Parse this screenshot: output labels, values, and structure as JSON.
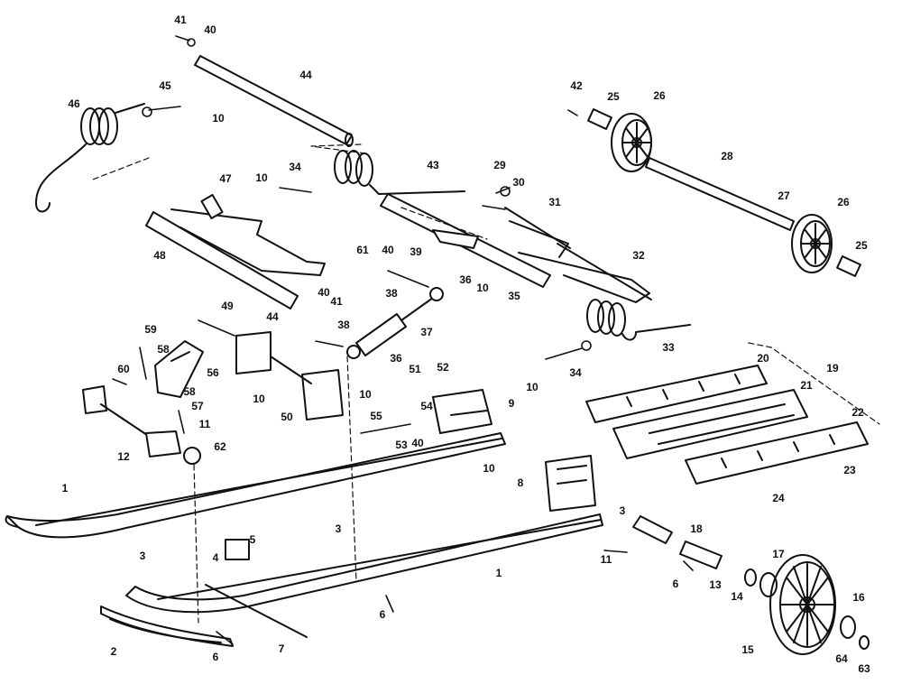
{
  "ink_color": "#111111",
  "paper_color": "#ffffff",
  "callouts": {
    "c41a": "41",
    "c40a": "40",
    "c44a": "44",
    "c45": "45",
    "c46": "46",
    "c10a": "10",
    "c42": "42",
    "c25a": "25",
    "c26a": "26",
    "c28": "28",
    "c27": "27",
    "c26b": "26",
    "c25b": "25",
    "c47": "47",
    "c10b": "10",
    "c34a": "34",
    "c43": "43",
    "c29": "29",
    "c30": "30",
    "c31": "31",
    "c61": "61",
    "c40b": "40",
    "c39": "39",
    "c32": "32",
    "c48": "48",
    "c40c": "40",
    "c41b": "41",
    "c44b": "44",
    "c38a": "38",
    "c36a": "36",
    "c10c": "10",
    "c35": "35",
    "c49": "49",
    "c38b": "38",
    "c37": "37",
    "c33": "33",
    "c59": "59",
    "c58a": "58",
    "c56": "56",
    "c36b": "36",
    "c60": "60",
    "c10d": "10",
    "c58b": "58",
    "c57": "57",
    "c10e": "10",
    "c51": "51",
    "c52": "52",
    "c9": "9",
    "c10f": "10",
    "c34b": "34",
    "c20": "20",
    "c19": "19",
    "c11a": "11",
    "c50": "50",
    "c54": "54",
    "c55": "55",
    "c53": "53",
    "c40d": "40",
    "c21": "21",
    "c22": "22",
    "c12": "12",
    "c62": "62",
    "c10g": "10",
    "c23": "23",
    "c8": "8",
    "c24": "24",
    "c1a": "1",
    "c3a": "3",
    "c18": "18",
    "c5": "5",
    "c3b": "3",
    "c3c": "3",
    "c4": "4",
    "c1b": "1",
    "c11b": "11",
    "c17": "17",
    "c6a": "6",
    "c13": "13",
    "c14": "14",
    "c16": "16",
    "c6b": "6",
    "c2": "2",
    "c6c": "6",
    "c7": "7",
    "c15": "15",
    "c64": "64",
    "c63": "63"
  }
}
